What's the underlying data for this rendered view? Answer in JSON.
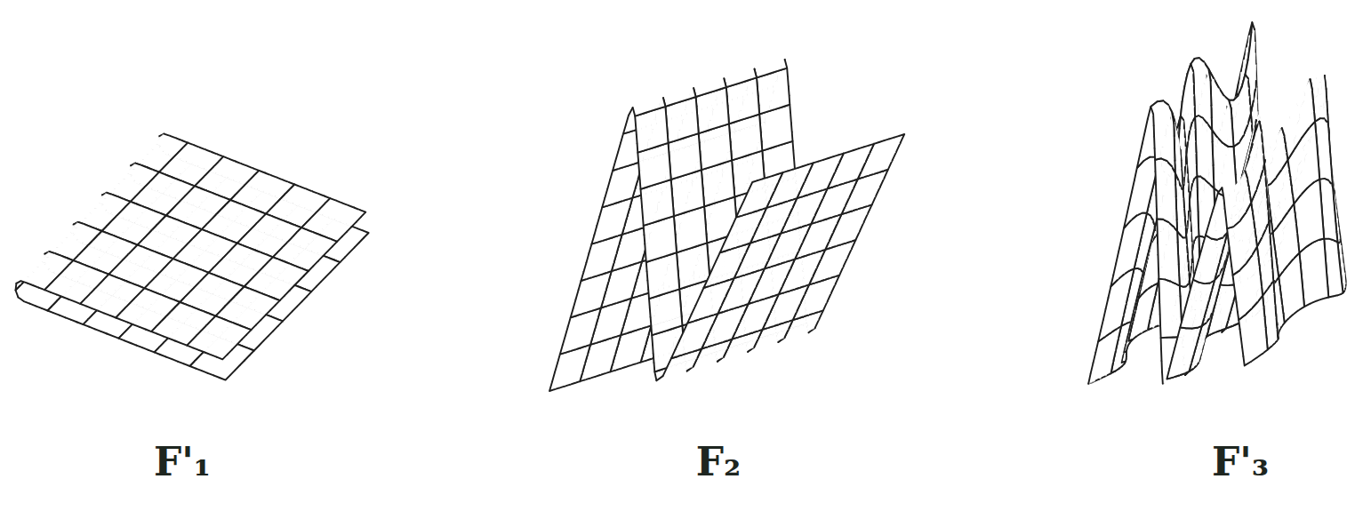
{
  "diagram": {
    "labels": [
      "F'₁",
      "F₂",
      "F'₃"
    ]
  }
}
